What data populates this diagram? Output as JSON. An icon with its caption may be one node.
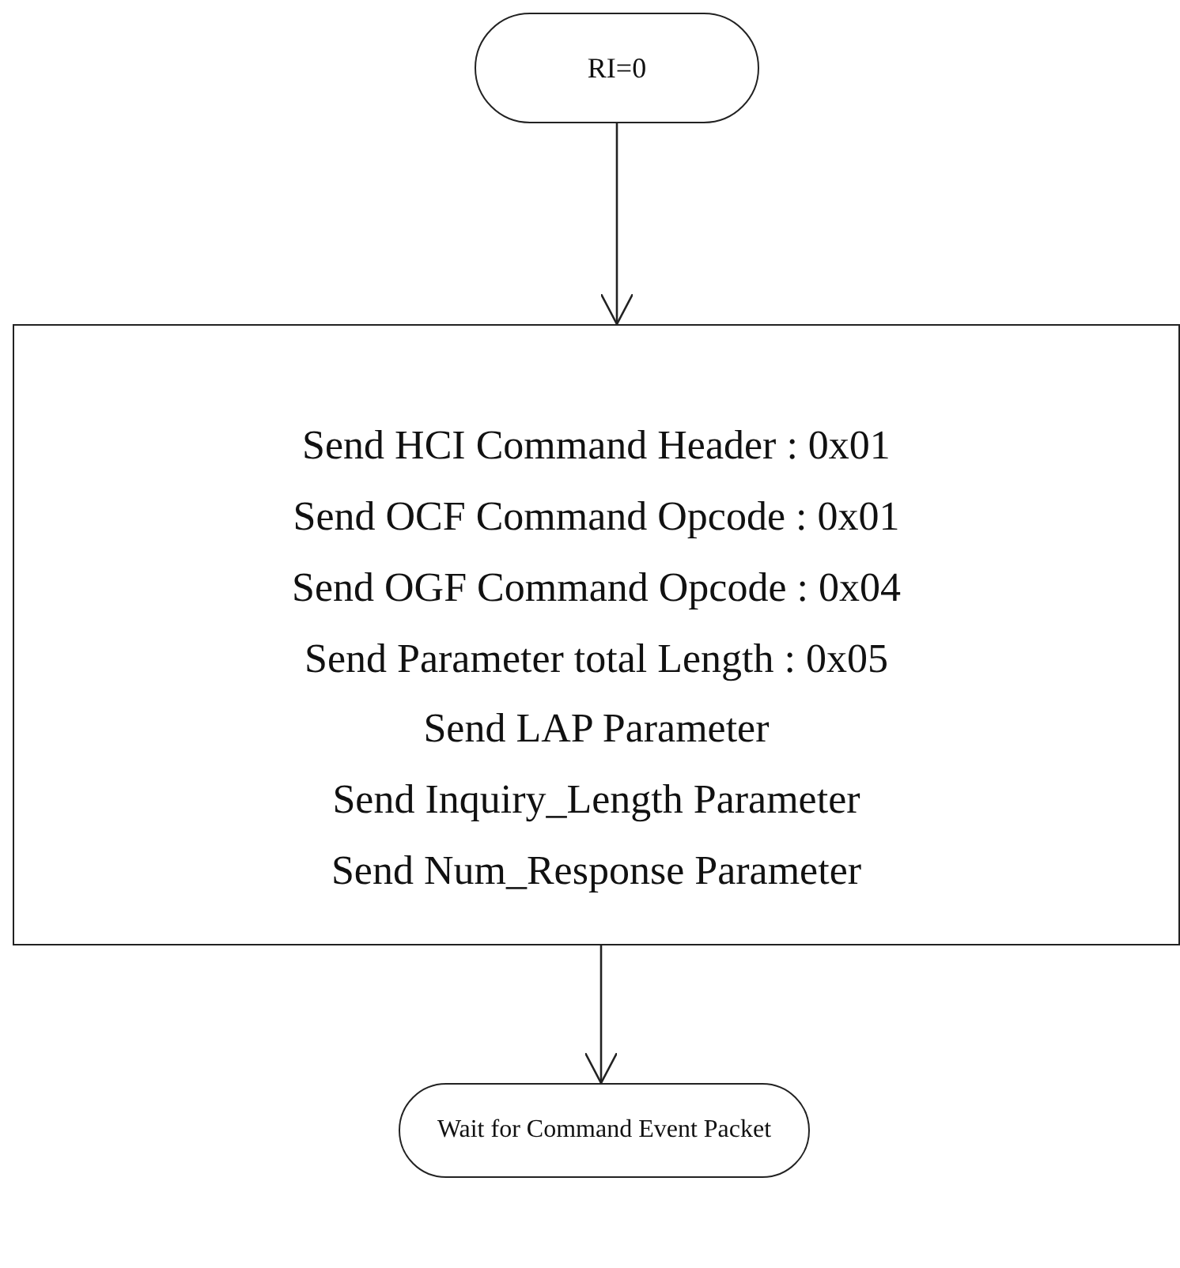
{
  "diagram": {
    "nodes": [
      {
        "text": [
          "RI=0"
        ]
      },
      {
        "text": [
          "Send HCI Command Header : 0x01",
          "Send OCF Command Opcode : 0x01",
          "Send OGF Command Opcode : 0x04",
          "Send Parameter total Length : 0x05",
          "Send LAP Parameter",
          "Send Inquiry_Length Parameter",
          "Send Num_Response Parameter"
        ]
      },
      {
        "text": [
          "Wait for Command Event Packet"
        ]
      }
    ],
    "edges": [
      {
        "from": 0,
        "to": 1,
        "arrow": "to"
      },
      {
        "from": 1,
        "to": 2,
        "arrow": "to"
      }
    ]
  }
}
